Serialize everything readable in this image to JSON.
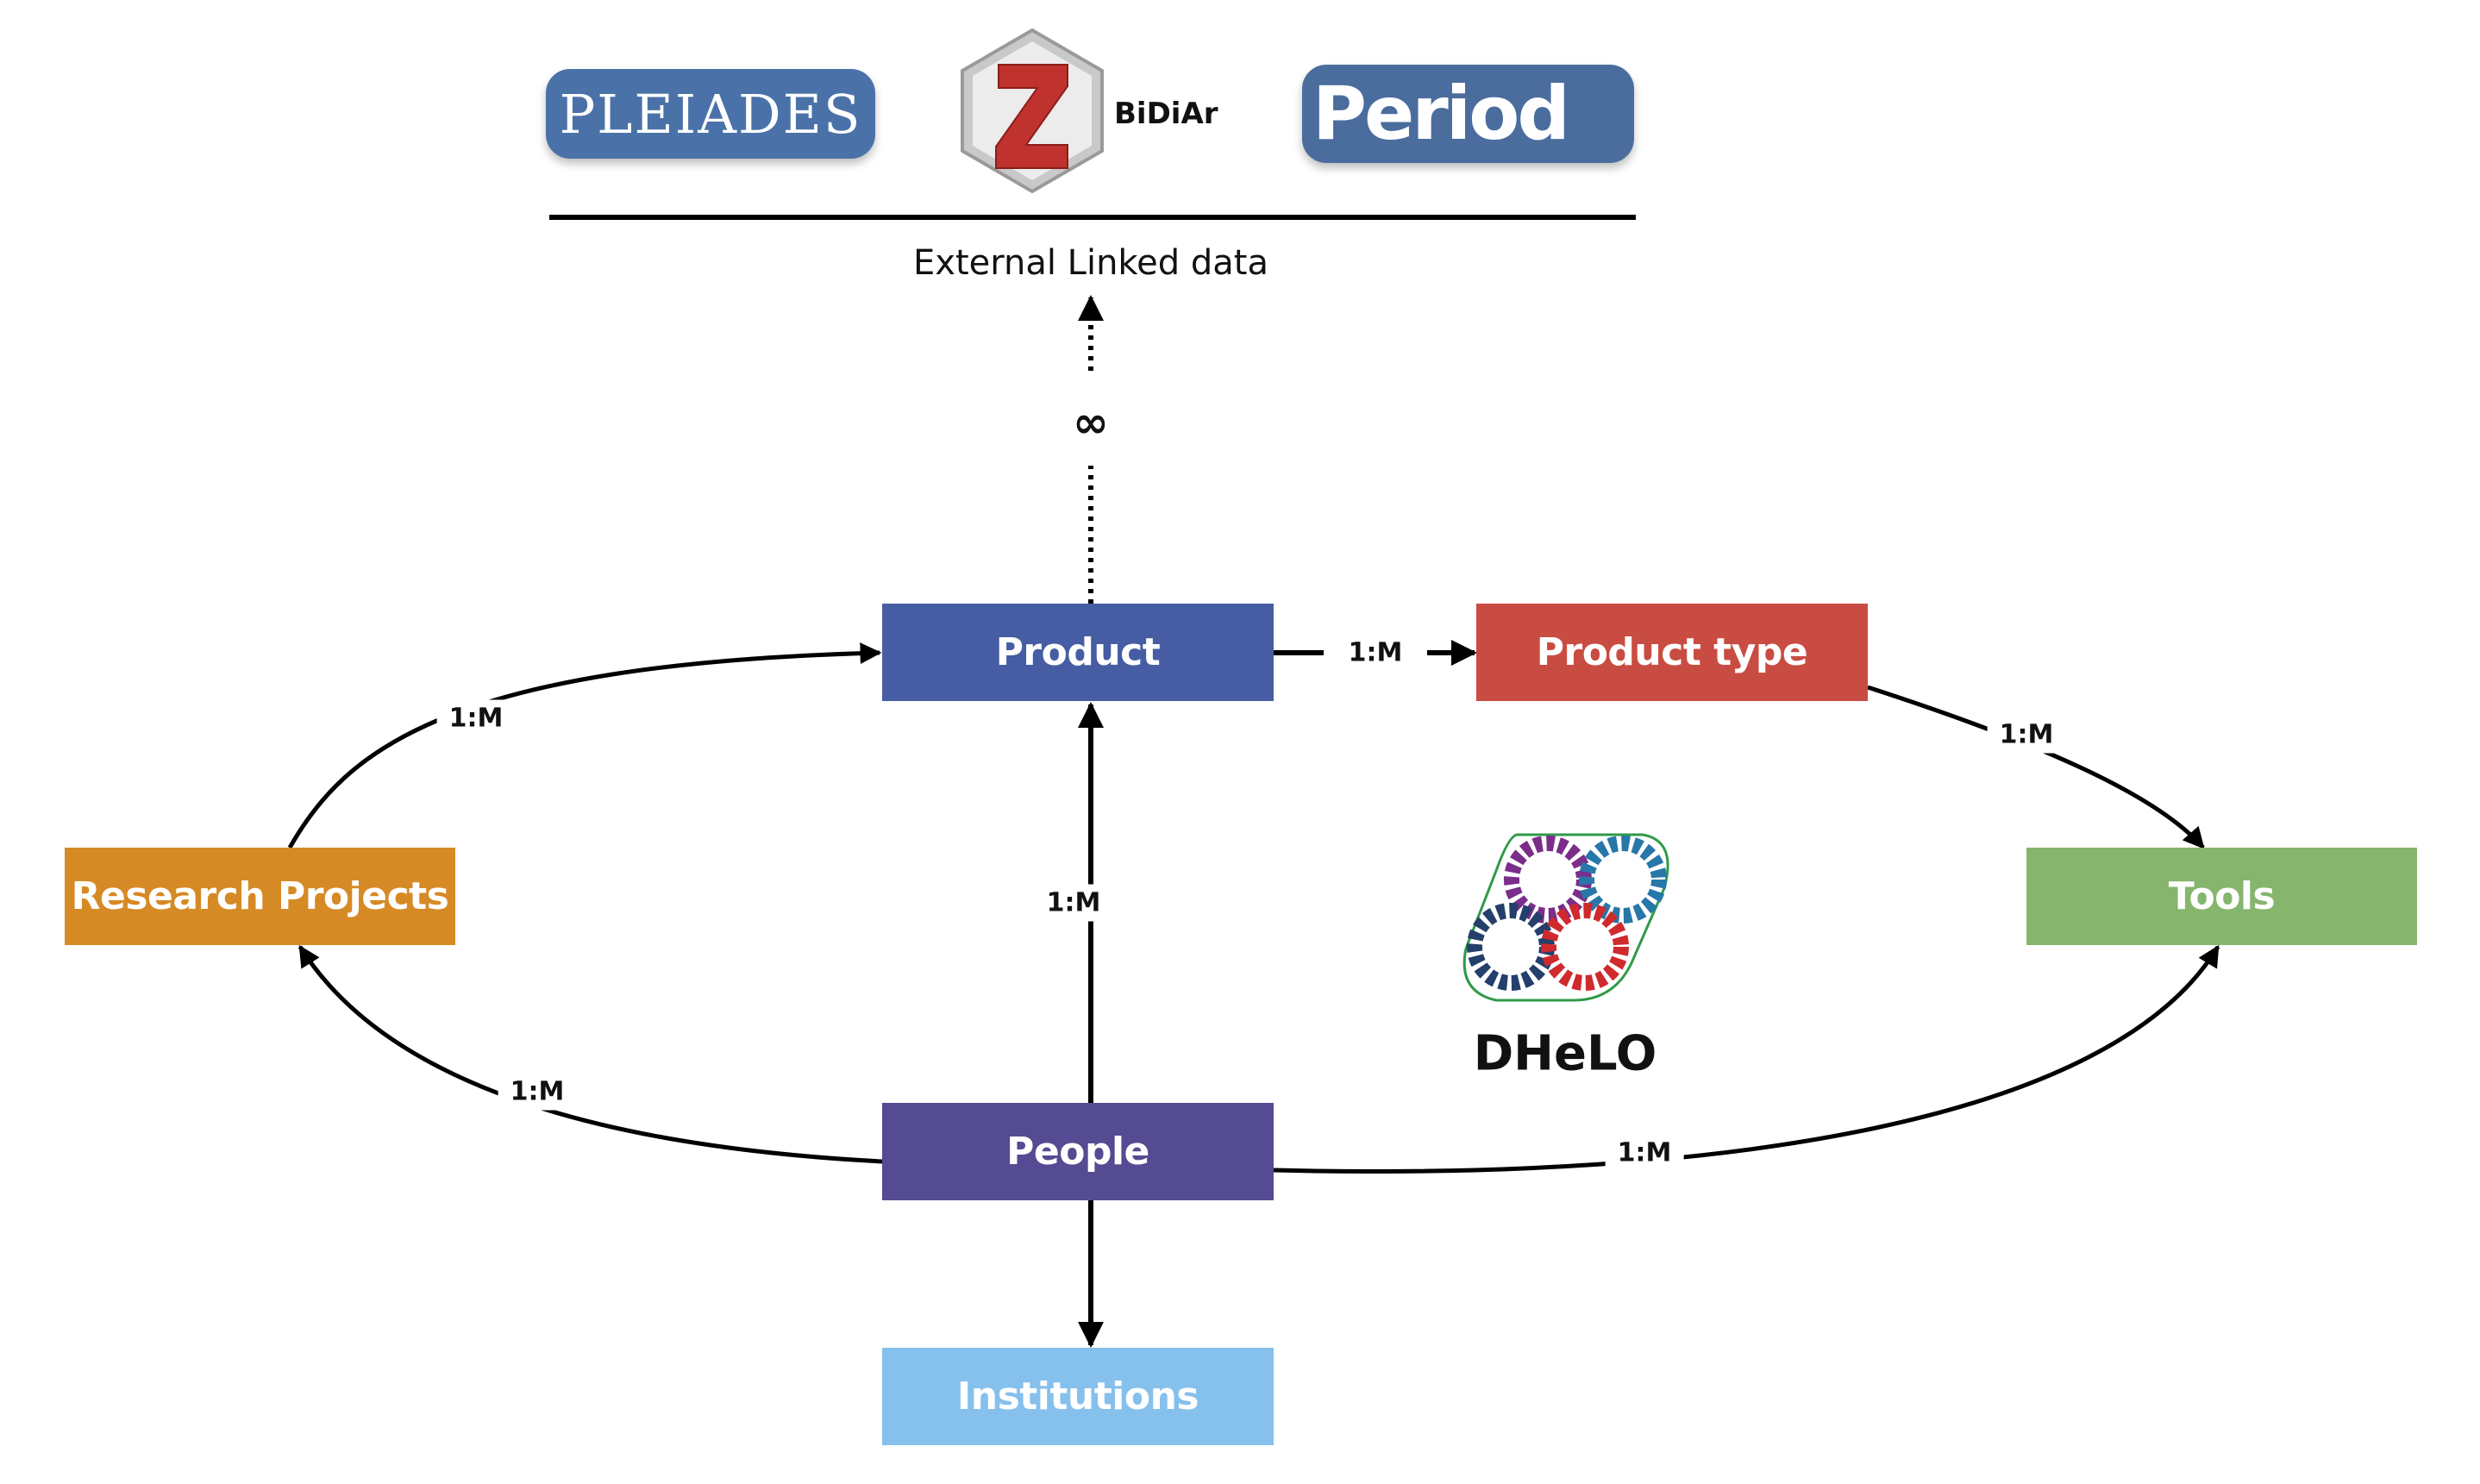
{
  "diagram": {
    "logos": {
      "pleiades": "PLEIADES",
      "zotero_caption": "BiDiAr",
      "periodo": "Period",
      "dhelo": "DHeLO"
    },
    "external_label": "External Linked data",
    "infinity_label": "∞",
    "nodes": {
      "product": {
        "label": "Product",
        "color": "#465da3"
      },
      "product_type": {
        "label": "Product type",
        "color": "#c94c42"
      },
      "research_projects": {
        "label": "Research Projects",
        "color": "#d68a25"
      },
      "tools": {
        "label": "Tools",
        "color": "#86b56d"
      },
      "people": {
        "label": "People",
        "color": "#544b92"
      },
      "institutions": {
        "label": "Institutions",
        "color": "#86c0ec"
      }
    },
    "edges": [
      {
        "from": "Research Projects",
        "to": "Product",
        "label": "1:M"
      },
      {
        "from": "Product",
        "to": "Product type",
        "label": "1:M"
      },
      {
        "from": "Product type",
        "to": "Tools",
        "label": "1:M"
      },
      {
        "from": "People",
        "to": "Product",
        "label": "1:M"
      },
      {
        "from": "People",
        "to": "Research Projects",
        "label": "1:M"
      },
      {
        "from": "People",
        "to": "Tools",
        "label": "1:M"
      },
      {
        "from": "People",
        "to": "Institutions",
        "label": ""
      },
      {
        "from": "Product",
        "to": "External Linked data",
        "label": "∞",
        "style": "dotted"
      }
    ]
  }
}
